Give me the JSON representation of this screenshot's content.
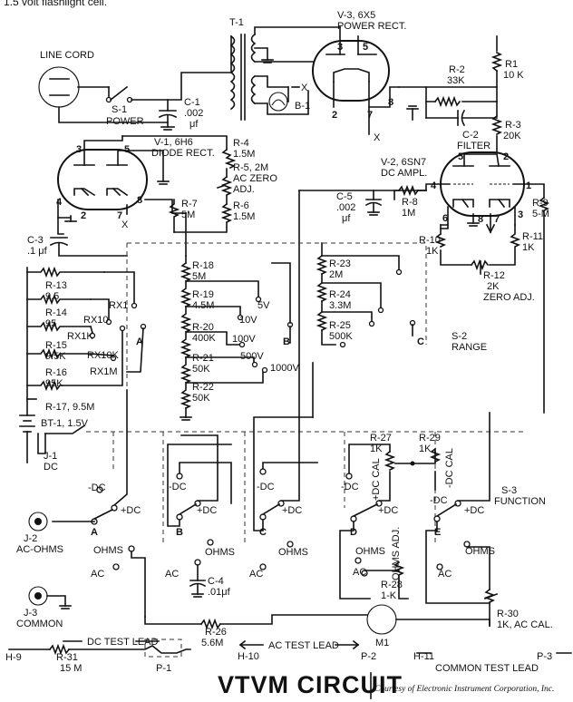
{
  "top_fragment": "1.5 volt flashlight cell.",
  "title": "VTVM CIRCUIT",
  "credit": "Courtesy of Electronic Instrument Corporation, Inc.",
  "power": {
    "line_cord": "LINE CORD",
    "s1": [
      "S-1",
      "POWER"
    ],
    "c1": [
      "C-1",
      ".002",
      "μf"
    ],
    "t1": "T-1",
    "b1": "B-1",
    "x": "X"
  },
  "v3": {
    "label": [
      "V-3, 6X5",
      "POWER RECT."
    ],
    "pins": [
      "3",
      "5",
      "2",
      "7",
      "8"
    ]
  },
  "filter": {
    "r1": [
      "R1",
      "10 K"
    ],
    "r2": [
      "R-2",
      "33K"
    ],
    "r3": [
      "R-3",
      "20K"
    ],
    "c2": [
      "C-2",
      "FILTER"
    ]
  },
  "v1": {
    "label": [
      "V-1, 6H6",
      "DIODE RECT."
    ],
    "pins": [
      "3",
      "5",
      "4",
      "2",
      "7",
      "8"
    ],
    "x": "X"
  },
  "v1_parts": {
    "r4": [
      "R-4",
      "1.5M"
    ],
    "r5": [
      "R-5, 2M",
      "AC ZERO",
      "ADJ."
    ],
    "r6": [
      "R-6",
      "1.5M"
    ],
    "r7": [
      "R-7",
      "5M"
    ],
    "c3": [
      "C-3",
      ".1 μf"
    ]
  },
  "v2": {
    "label": [
      "V-2, 6SN7",
      "DC AMPL."
    ],
    "pins": [
      "5",
      "2",
      "4",
      "1",
      "6",
      "8",
      "7",
      "3"
    ]
  },
  "v2_parts": {
    "c5": [
      "C-5",
      ".002",
      "μf"
    ],
    "r8": [
      "R-8",
      "1M"
    ],
    "r9": [
      "R-9",
      "5-M"
    ],
    "r10": [
      "R-10",
      "1K"
    ],
    "r11": [
      "R-11",
      "1K"
    ],
    "r12": [
      "R-12",
      "2K",
      "ZERO ADJ."
    ]
  },
  "ohms_ladder": {
    "r13": [
      "R-13",
      "9.5"
    ],
    "r14": [
      "R-14",
      "95"
    ],
    "r15": [
      "R-15",
      "9.5K"
    ],
    "r16": [
      "R-16",
      "95K"
    ],
    "r17": "R-17, 9.5M",
    "ranges": [
      "RX1",
      "RX10",
      "RX1K",
      "RX10K",
      "RX1M"
    ],
    "a": "A"
  },
  "volts_ladder_b": {
    "r18": [
      "R-18",
      "5M"
    ],
    "r19": [
      "R-19",
      "4.5M"
    ],
    "r20": [
      "R-20",
      "400K"
    ],
    "r21": [
      "R-21",
      "50K"
    ],
    "r22": [
      "R-22",
      "50K"
    ],
    "ranges": [
      "5V",
      "10V",
      "100V",
      "500V",
      "1000V"
    ],
    "b": "B"
  },
  "volts_ladder_c": {
    "r23": [
      "R-23",
      "2M"
    ],
    "r24": [
      "R-24",
      "3.3M"
    ],
    "r25": [
      "R-25",
      "500K"
    ],
    "c": "C"
  },
  "range_switch": [
    "S-2",
    "RANGE"
  ],
  "battery": {
    "bt1": "BT-1, 1.5V",
    "j1": [
      "J-1",
      "DC"
    ]
  },
  "function": {
    "s3": [
      "S-3",
      "FUNCTION"
    ],
    "jacks": {
      "j2": [
        "J-2",
        "AC-OHMS"
      ],
      "j3": [
        "J-3",
        "COMMON"
      ]
    },
    "a_section": {
      "letter": "A",
      "pos": "+DC",
      "neg": "-DC",
      "ohms": "OHMS",
      "ac": "AC"
    },
    "b_section": {
      "letter": "B",
      "pos": "+DC",
      "neg": "-DC",
      "ohms": "OHMS",
      "ac": "AC"
    },
    "c_section": {
      "letter": "C",
      "pos": "+DC",
      "neg": "-DC",
      "ohms": "OHMS",
      "ac": "AC"
    },
    "d_section": {
      "letter": "D",
      "pos": "+DC",
      "neg": "-DC",
      "ohms": "OHMS",
      "ac": "AC"
    },
    "e_section": {
      "letter": "E",
      "pos": "+DC",
      "neg": "-DC",
      "ohms": "OHMS",
      "ac": "AC"
    },
    "c4": [
      "C-4",
      ".01μf"
    ],
    "r27": [
      "R-27",
      "1K"
    ],
    "r29": [
      "R-29",
      "1K"
    ],
    "dc_cal_pos": "+DC CAL",
    "dc_cal_neg": "-DC CAL",
    "ohms_adj": "OHMS ADJ.",
    "r28": [
      "R-28",
      "1-K"
    ],
    "r30": [
      "R-30",
      "1K, AC CAL."
    ],
    "r26": [
      "R-26",
      "5.6M"
    ],
    "m1": "M1"
  },
  "leads": {
    "dc": "DC TEST LEAD",
    "ac": "AC TEST LEAD",
    "common": "COMMON TEST LEAD",
    "h9": "H-9",
    "r31": [
      "R-31",
      "15 M"
    ],
    "p1": "P-1",
    "h10": "H-10",
    "p2": "P-2",
    "h11": "H-11",
    "p3": "P-3"
  }
}
